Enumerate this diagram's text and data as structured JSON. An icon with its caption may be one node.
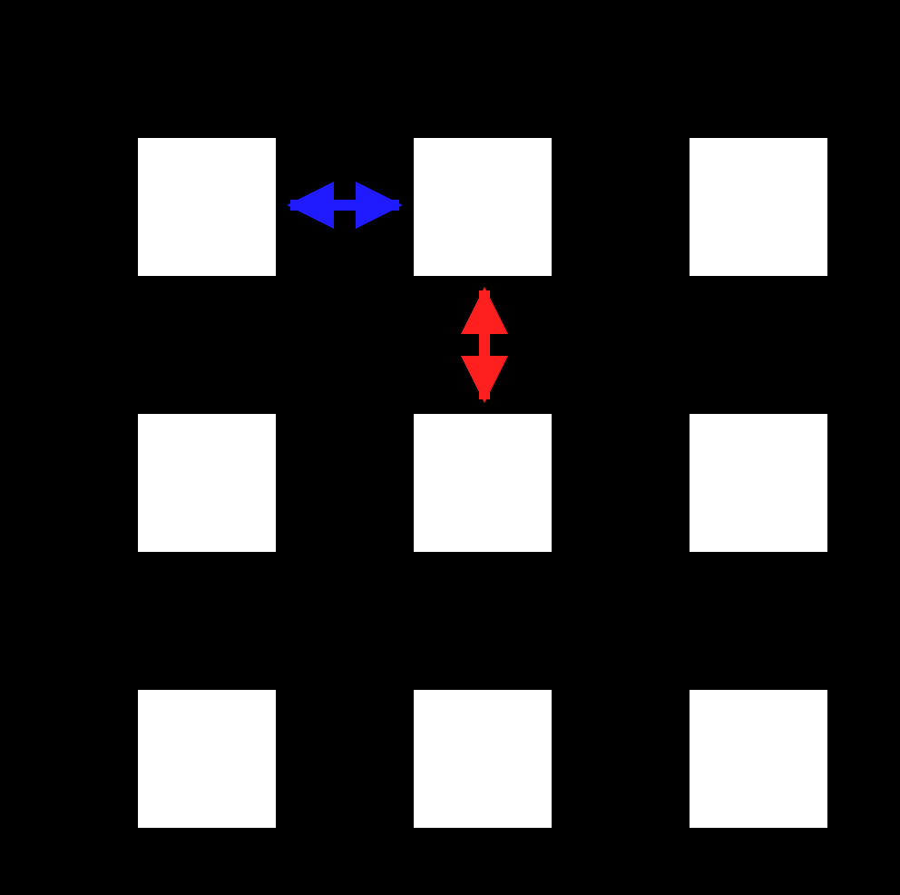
{
  "diagram": {
    "nodes": [
      {
        "text": [],
        "shape": "box"
      },
      {
        "text": [],
        "shape": "box"
      },
      {
        "text": [],
        "shape": "box"
      },
      {
        "text": [],
        "shape": "box"
      },
      {
        "text": [],
        "shape": "box"
      },
      {
        "text": [],
        "shape": "box"
      },
      {
        "text": [],
        "shape": "box"
      },
      {
        "text": [],
        "shape": "box"
      },
      {
        "text": [],
        "shape": "box"
      }
    ],
    "edges": [
      {
        "from": 0,
        "to": 1,
        "arrow": "both",
        "color": "#1f1aff"
      },
      {
        "from": 1,
        "to": 4,
        "arrow": "both",
        "color": "#ff1f1f"
      }
    ]
  }
}
